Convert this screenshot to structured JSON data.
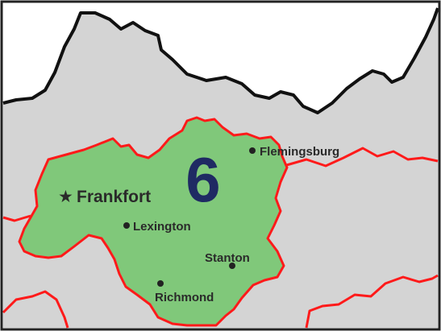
{
  "map": {
    "colors": {
      "outside": "#ffffff",
      "state": "#d4d4d4",
      "district": "#80c87a",
      "district_border": "#ff1a1a",
      "state_border": "#111111",
      "frame": "#222222",
      "district_number": "#1f2a63",
      "dot": "#222222"
    },
    "district_number": "6",
    "capital": {
      "name": "Frankfort",
      "symbol": "★",
      "icon": "star-icon"
    },
    "cities": [
      {
        "id": "flemingsburg",
        "name": "Flemingsburg"
      },
      {
        "id": "lexington",
        "name": "Lexington"
      },
      {
        "id": "stanton",
        "name": "Stanton"
      },
      {
        "id": "richmond",
        "name": "Richmond"
      }
    ]
  }
}
